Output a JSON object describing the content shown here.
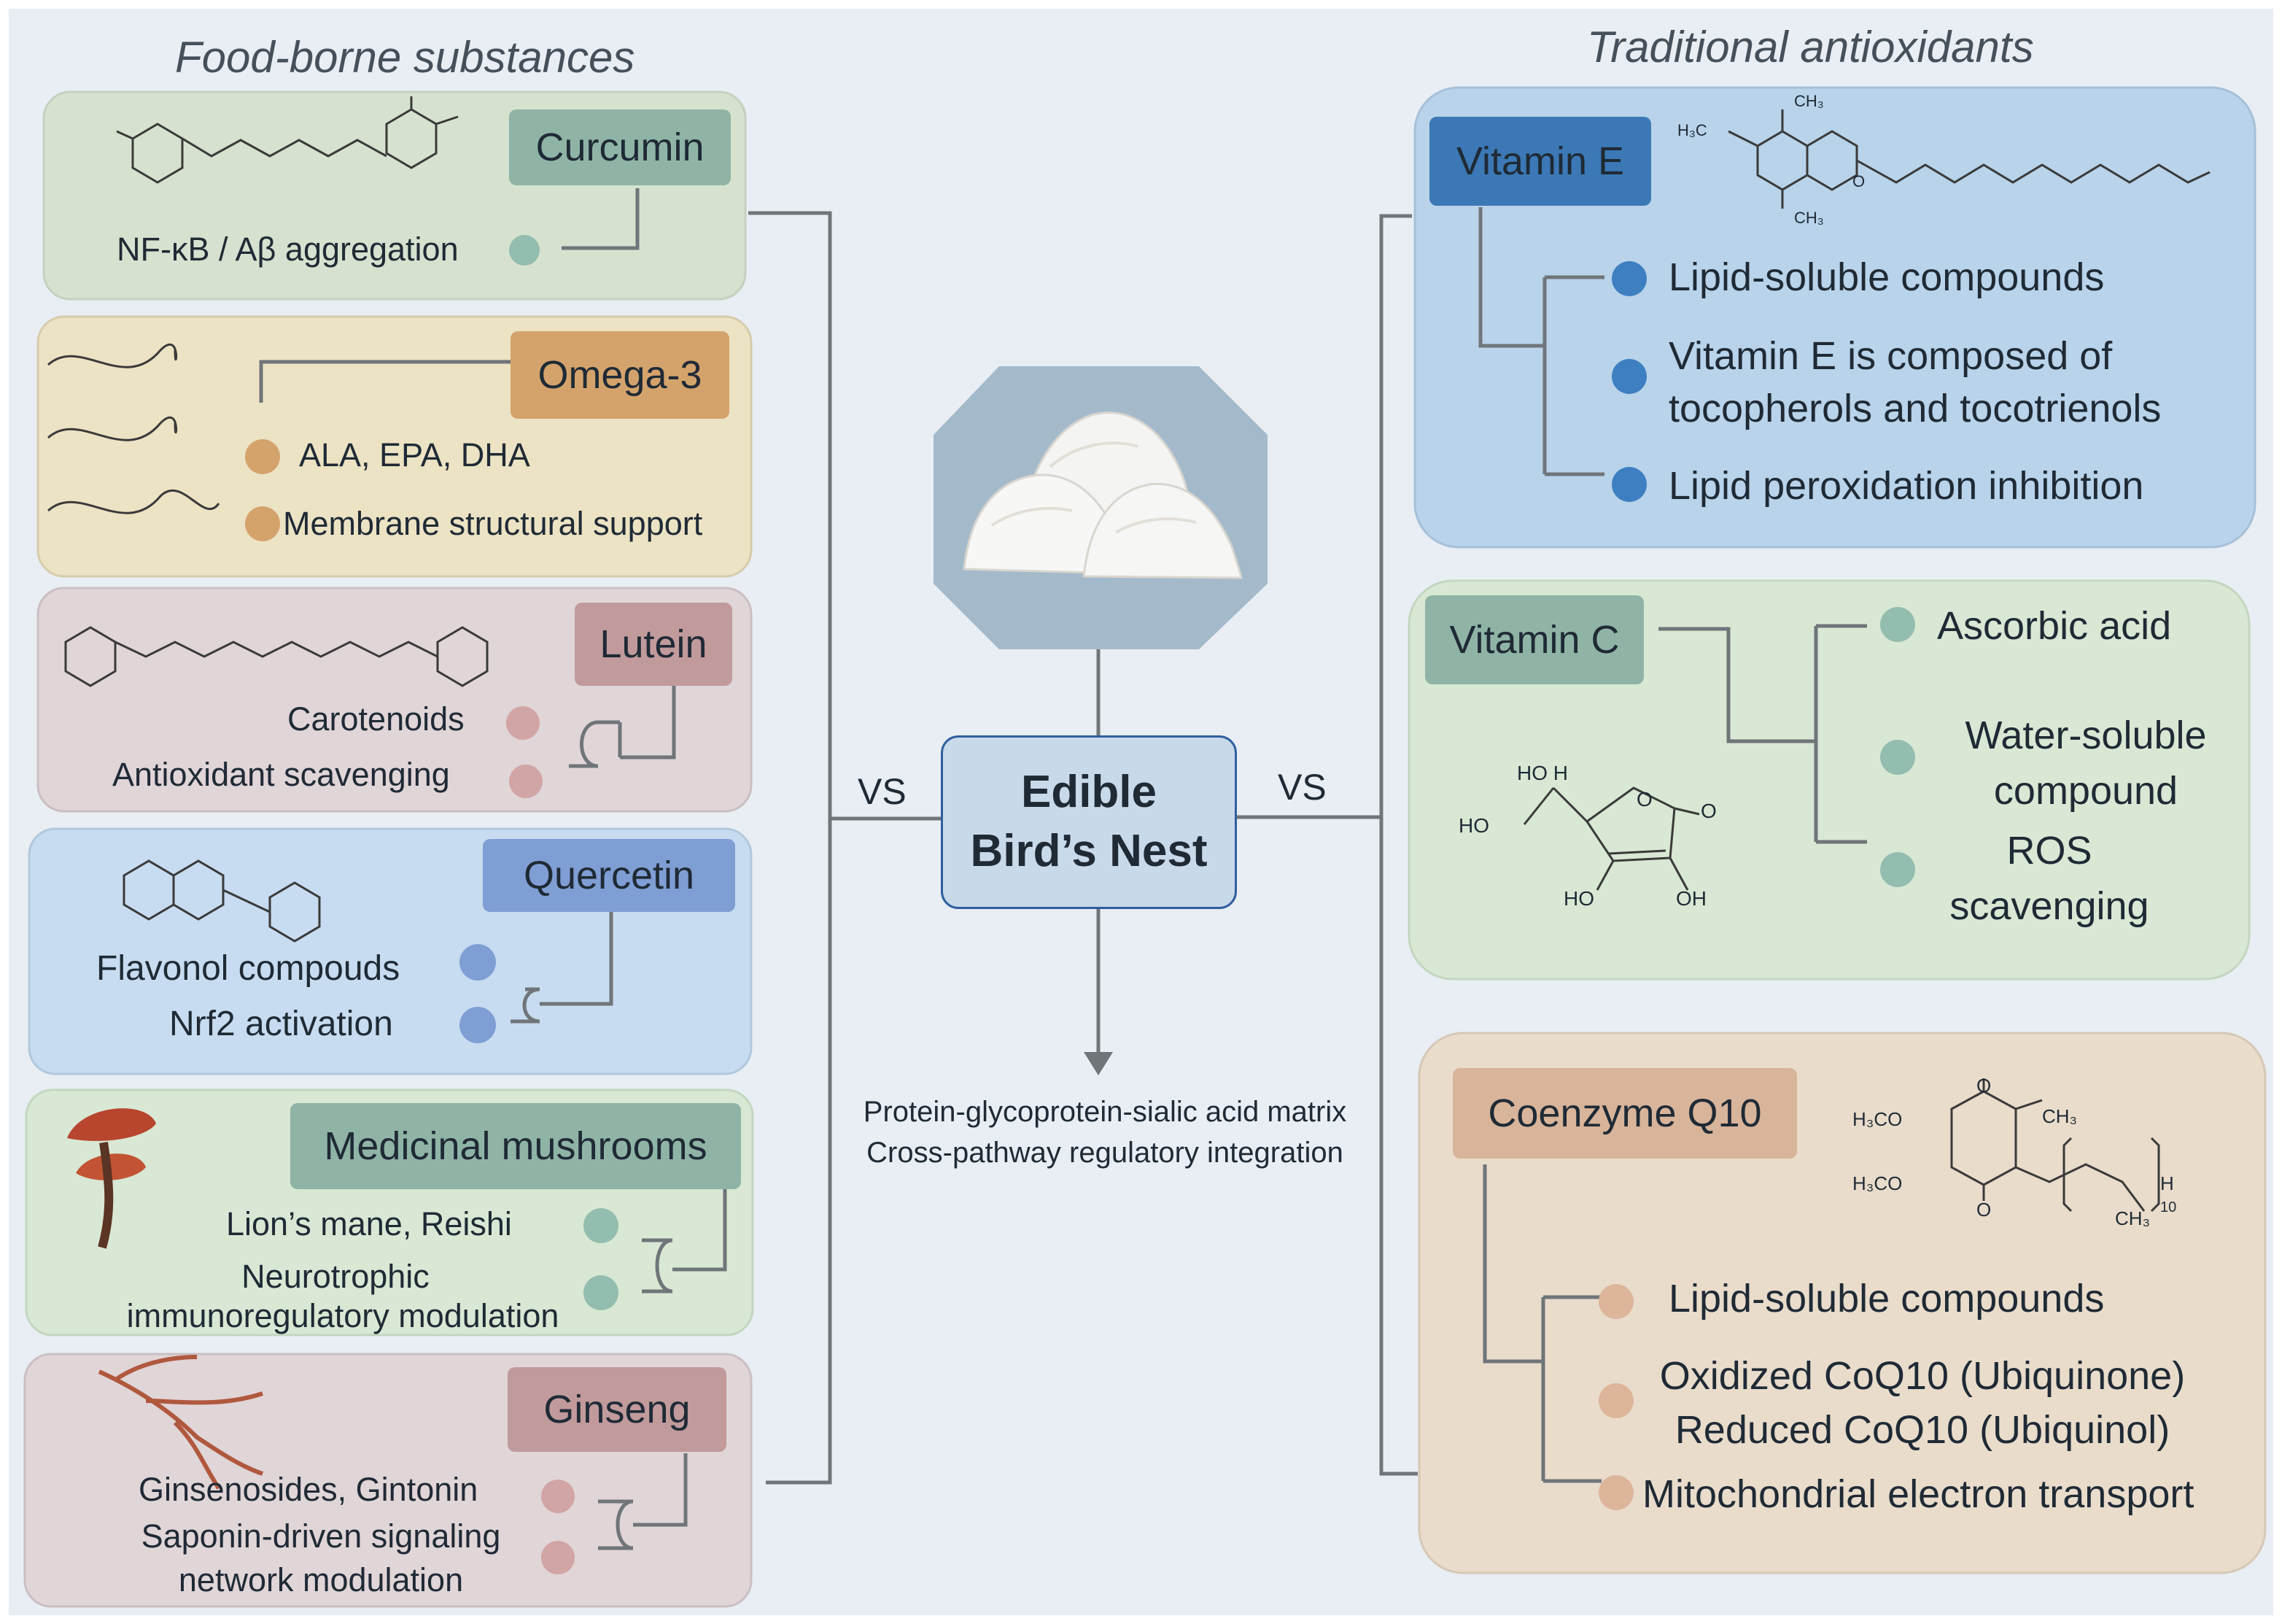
{
  "titles": {
    "left": "Food-borne substances",
    "right": "Traditional antioxidants"
  },
  "center": {
    "line1": "Edible",
    "line2": "Bird’s Nest",
    "vs_left": "VS",
    "vs_right": "VS",
    "caption_line1": "Protein-glycoprotein-sialic acid matrix",
    "caption_line2": "Cross-pathway regulatory integration"
  },
  "left": {
    "curcumin": {
      "label": "Curcumin",
      "items": [
        "NF-κB / Aβ aggregation"
      ]
    },
    "omega3": {
      "label": "Omega-3",
      "items": [
        "ALA, EPA, DHA",
        "Membrane structural support"
      ]
    },
    "lutein": {
      "label": "Lutein",
      "items": [
        "Carotenoids",
        "Antioxidant scavenging"
      ]
    },
    "quercetin": {
      "label": "Quercetin",
      "items": [
        "Flavonol compouds",
        "Nrf2 activation"
      ]
    },
    "mushrooms": {
      "label": "Medicinal mushrooms",
      "items": [
        "Lion’s mane, Reishi",
        "Neurotrophic",
        "immunoregulatory modulation"
      ]
    },
    "ginseng": {
      "label": "Ginseng",
      "items": [
        "Ginsenosides, Gintonin",
        "Saponin-driven signaling",
        "network modulation"
      ]
    }
  },
  "right": {
    "vitamin_e": {
      "label": "Vitamin E",
      "items": [
        "Lipid-soluble compounds",
        "Vitamin E is composed of",
        "tocopherols and tocotrienols",
        "Lipid peroxidation inhibition"
      ],
      "struct": {
        "h3c": "H₃C",
        "ch3": "CH₃",
        "o": "O"
      }
    },
    "vitamin_c": {
      "label": "Vitamin C",
      "items": [
        "Ascorbic acid",
        "Water-soluble",
        "compound",
        "ROS",
        "scavenging"
      ],
      "struct": {
        "ho_h": "HO  H",
        "ho": "HO",
        "ho_bottom": "HO",
        "oh": "OH",
        "o": "O"
      }
    },
    "coq10": {
      "label": "Coenzyme Q10",
      "items": [
        "Lipid-soluble compounds",
        "Oxidized CoQ10 (Ubiquinone)",
        "Reduced CoQ10 (Ubiquinol)",
        "Mitochondrial electron transport"
      ],
      "struct": {
        "h3co": "H₃CO",
        "ch3": "CH₃",
        "o": "O",
        "h": "H",
        "sub10": "10"
      }
    }
  },
  "colors": {
    "background": "#e8eef3",
    "green_box": "#d6e2cf",
    "green_label": "#8fb4a6",
    "green_dot": "#93bdae",
    "tan_box": "#ece3c4",
    "tan_label": "#d4a36c",
    "tan_dot": "#d4a36c",
    "rose_box": "#e0d5d7",
    "rose_label": "#c19a9c",
    "rose_dot": "#d1a4a5",
    "blue_box": "#c7dcf0",
    "blue_label": "#7f9ed4",
    "blue_dot": "#7f9ed4",
    "vite_box": "#b8d3ea",
    "vite_label": "#3b78b5",
    "vite_dot": "#3d7fc1",
    "coq_box": "#e9dccb",
    "coq_label": "#d8b49a",
    "coq_dot": "#ddb59a",
    "center_box": "#c8d9ea",
    "connector": "#6f7579"
  }
}
